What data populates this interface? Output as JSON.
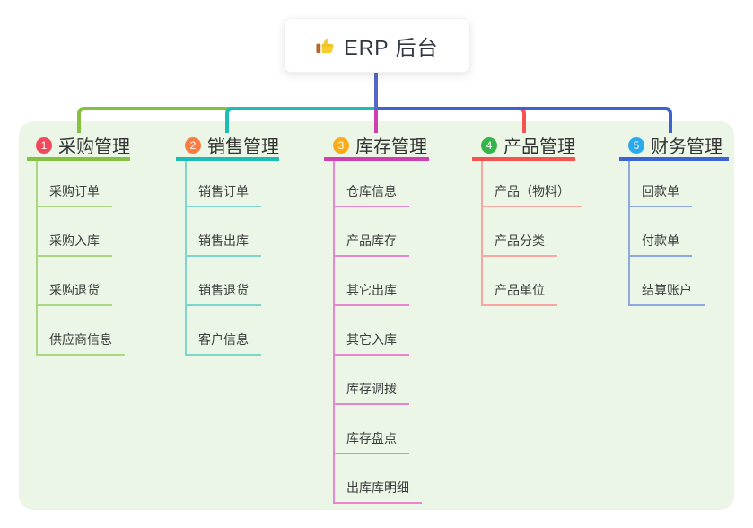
{
  "root": {
    "icon": "thumbs-up-icon",
    "label": "ERP 后台"
  },
  "colors": {
    "page_bg": "#ffffff",
    "panel_bg": "#ebf6e7",
    "root_line": "#5568c9",
    "root_text": "#2f3542",
    "title_text": "#333333",
    "child_text": "#3c3c3c"
  },
  "branches": [
    {
      "num": "1",
      "label": "采购管理",
      "badge_color": "#f1485c",
      "line_color": "#84c140",
      "child_line_color": "#abd682",
      "children": [
        "采购订单",
        "采购入库",
        "采购退货",
        "供应商信息"
      ]
    },
    {
      "num": "2",
      "label": "销售管理",
      "badge_color": "#f97c43",
      "line_color": "#1dbdb3",
      "child_line_color": "#7cd6ce",
      "children": [
        "销售订单",
        "销售出库",
        "销售退货",
        "客户信息"
      ]
    },
    {
      "num": "3",
      "label": "库存管理",
      "badge_color": "#fbad18",
      "line_color": "#d03fb0",
      "child_line_color": "#eb85d0",
      "children": [
        "仓库信息",
        "产品库存",
        "其它出库",
        "其它入库",
        "库存调拨",
        "库存盘点",
        "出库库明细"
      ]
    },
    {
      "num": "4",
      "label": "产品管理",
      "badge_color": "#35b44a",
      "line_color": "#f45352",
      "child_line_color": "#f9a5a2",
      "children": [
        "产品（物料）",
        "产品分类",
        "产品单位"
      ]
    },
    {
      "num": "5",
      "label": "财务管理",
      "badge_color": "#2aa9ee",
      "line_color": "#3d63d0",
      "child_line_color": "#90a8e2",
      "children": [
        "回款单",
        "付款单",
        "结算账户"
      ]
    }
  ]
}
